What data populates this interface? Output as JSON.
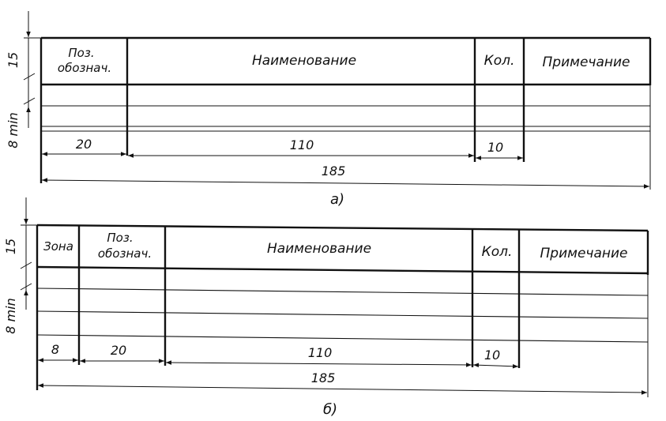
{
  "table_a": {
    "caption": "а)",
    "headers": {
      "pos_line1": "Поз.",
      "pos_line2": "обознач.",
      "name": "Наименование",
      "qty": "Кол.",
      "note": "Примечание"
    },
    "dimensions": {
      "pos_width": "20",
      "name_width": "110",
      "qty_width": "10",
      "total_width": "185",
      "header_height": "15",
      "row_height": "8 min"
    }
  },
  "table_b": {
    "caption": "б)",
    "headers": {
      "zone": "Зона",
      "pos_line1": "Поз.",
      "pos_line2": "обознач.",
      "name": "Наименование",
      "qty": "Кол.",
      "note": "Примечание"
    },
    "dimensions": {
      "zone_width": "8",
      "pos_width": "20",
      "name_width": "110",
      "qty_width": "10",
      "total_width": "185",
      "header_height": "15",
      "row_height": "8 min"
    }
  }
}
